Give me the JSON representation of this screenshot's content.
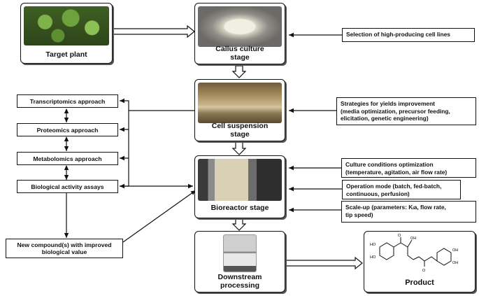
{
  "stages": {
    "target_plant": "Target plant",
    "callus": "Callus culture\nstage",
    "suspension": "Cell suspension\nstage",
    "bioreactor": "Bioreactor stage",
    "downstream": "Downstream\nprocessing",
    "product": "Product"
  },
  "approaches": {
    "transcriptomics": "Transcriptomics approach",
    "proteomics": "Proteomics approach",
    "metabolomics": "Metabolomics approach",
    "bioassays": "Biological activity assays"
  },
  "new_compound": "New compound(s) with improved\nbiological value",
  "inputs": {
    "selection": "Selection of high-producing cell lines",
    "strategies": "Strategies  for  yields  improvement\n(media optimization, precursor feeding,\nelicitation, genetic engineering)",
    "culture": "Culture  conditions  optimization\n(temperature, agitation, air flow rate)",
    "operation": "Operation mode (batch, fed-batch,\ncontinuous, perfusion)",
    "scaleup": "Scale-up  (parameters:  Kₗa,  flow rate,\ntip speed)"
  },
  "molecule_labels": {
    "oh": "OH",
    "o": "O",
    "ho": "HO"
  }
}
